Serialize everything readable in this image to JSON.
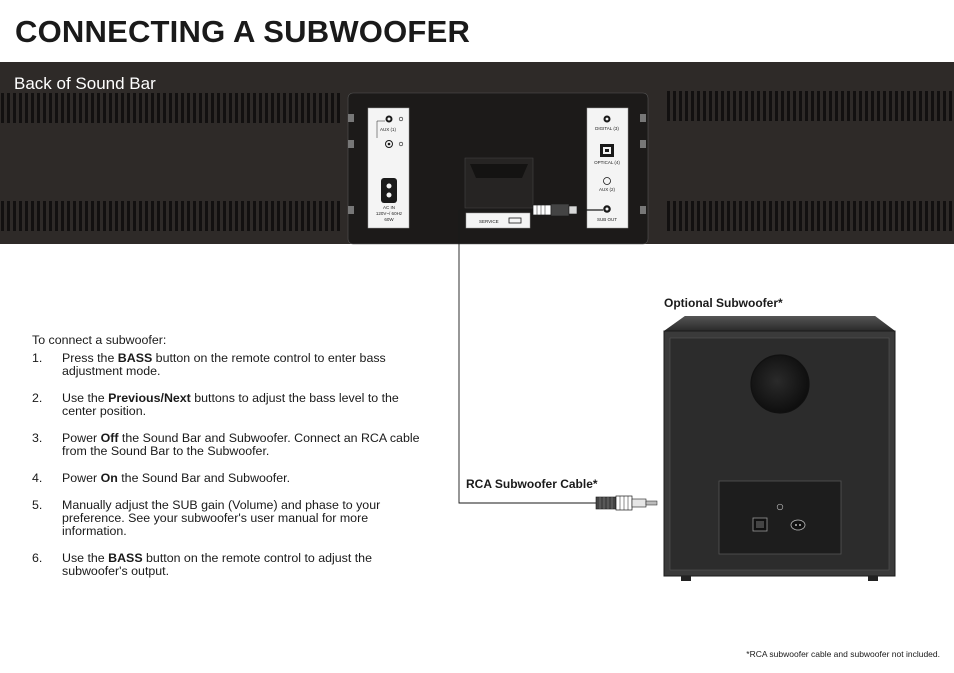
{
  "page": {
    "title": "CONNECTING A SUBWOOFER",
    "footnote": "*RCA subwoofer cable and subwoofer not included."
  },
  "soundbar": {
    "label": "Back of Sound Bar",
    "ports_left": {
      "aux1": "AUX (1)",
      "ac_in_line1": "AC IN",
      "ac_in_line2": "120V~/ 60Hz",
      "ac_in_line3": "60W"
    },
    "ports_right": {
      "digital": "DIGITAL (3)",
      "optical": "OPTICAL (4)",
      "aux2": "AUX (2)",
      "sub_out": "SUB OUT"
    },
    "service": "SERVICE"
  },
  "subwoofer": {
    "label": "Optional Subwoofer*"
  },
  "cable": {
    "label": "RCA Subwoofer Cable*"
  },
  "instructions": {
    "intro": "To connect a subwoofer:",
    "steps": [
      {
        "num": "1.",
        "pre": "Press the ",
        "bold": "BASS",
        "post": " button on the remote control to enter bass adjustment mode."
      },
      {
        "num": "2.",
        "pre": "Use the ",
        "bold": "Previous/Next",
        "post": " buttons to adjust the bass level to the center position."
      },
      {
        "num": "3.",
        "pre": "Power ",
        "bold": "Off",
        "post": " the Sound Bar and Subwoofer. Connect an RCA cable from the Sound Bar to the Subwoofer."
      },
      {
        "num": "4.",
        "pre": "Power ",
        "bold": "On",
        "post": " the Sound Bar and Subwoofer."
      },
      {
        "num": "5.",
        "pre": "Manually adjust the SUB gain (Volume) and phase to your preference. See your subwoofer's user manual for more information.",
        "bold": "",
        "post": ""
      },
      {
        "num": "6.",
        "pre": "Use the ",
        "bold": "BASS",
        "post": " button on the remote control to adjust the subwoofer's output."
      }
    ]
  }
}
